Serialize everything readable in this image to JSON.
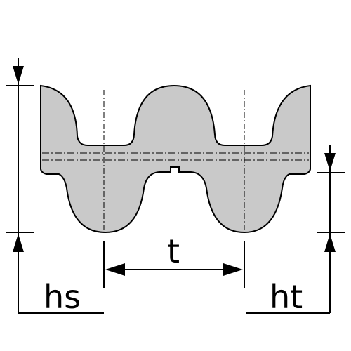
{
  "labels": {
    "pitch": "t",
    "belt_height": "hs",
    "tooth_height": "ht"
  },
  "colors": {
    "belt_fill": "#c9c9c9",
    "line": "#000000",
    "background": "#ffffff"
  }
}
